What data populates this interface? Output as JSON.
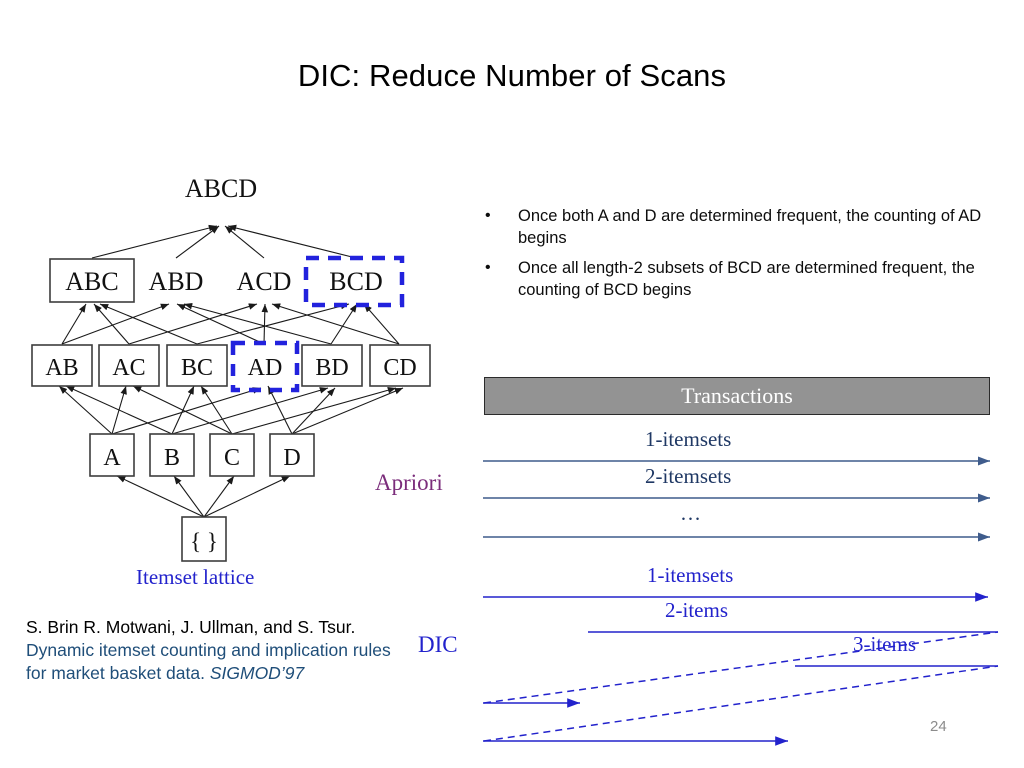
{
  "slide": {
    "title": "DIC: Reduce Number of Scans",
    "page_number": "24"
  },
  "bullets": [
    {
      "marker": "•",
      "text": "Once both A and D are determined frequent, the counting of AD begins"
    },
    {
      "marker": "•",
      "text": "Once all length-2 subsets of BCD are determined frequent, the counting of BCD begins"
    }
  ],
  "lattice": {
    "caption": "Itemset lattice",
    "nodes": {
      "top": "ABCD",
      "level3": [
        "ABC",
        "ABD",
        "ACD",
        "BCD"
      ],
      "level2": [
        "AB",
        "AC",
        "BC",
        "AD",
        "BD",
        "CD"
      ],
      "level1": [
        "A",
        "B",
        "C",
        "D"
      ],
      "empty": "{ }"
    },
    "boxed": [
      "ABC",
      "AB",
      "AC",
      "BC",
      "AD",
      "BD",
      "CD",
      "A",
      "B",
      "C",
      "D",
      "{ }"
    ],
    "highlighted_dashed": [
      "BCD",
      "AD"
    ],
    "unboxed": [
      "ABCD",
      "ABD",
      "ACD"
    ],
    "colors": {
      "node_border": "#3d3d3d",
      "highlight": "#2222dd",
      "edge": "#1a1a1a",
      "caption": "#2222cc"
    }
  },
  "transactions": {
    "header": "Transactions",
    "header_bg": "#939393",
    "header_text_color": "#ffffff"
  },
  "apriori": {
    "label": "Apriori",
    "label_color": "#7b2d7b",
    "line_color": "#3f5c8c",
    "passes": [
      "1-itemsets",
      "2-itemsets",
      "…"
    ]
  },
  "dic": {
    "label": "DIC",
    "label_color": "#2222cc",
    "line_color": "#2222cc",
    "passes": [
      "1-itemsets",
      "2-items",
      "3-items"
    ]
  },
  "citation": {
    "authors": "S. Brin R. Motwani, J. Ullman, and S. Tsur. ",
    "title": "Dynamic itemset counting and implication rules for market basket data. ",
    "venue": "SIGMOD’97",
    "title_color": "#1f4e79"
  }
}
